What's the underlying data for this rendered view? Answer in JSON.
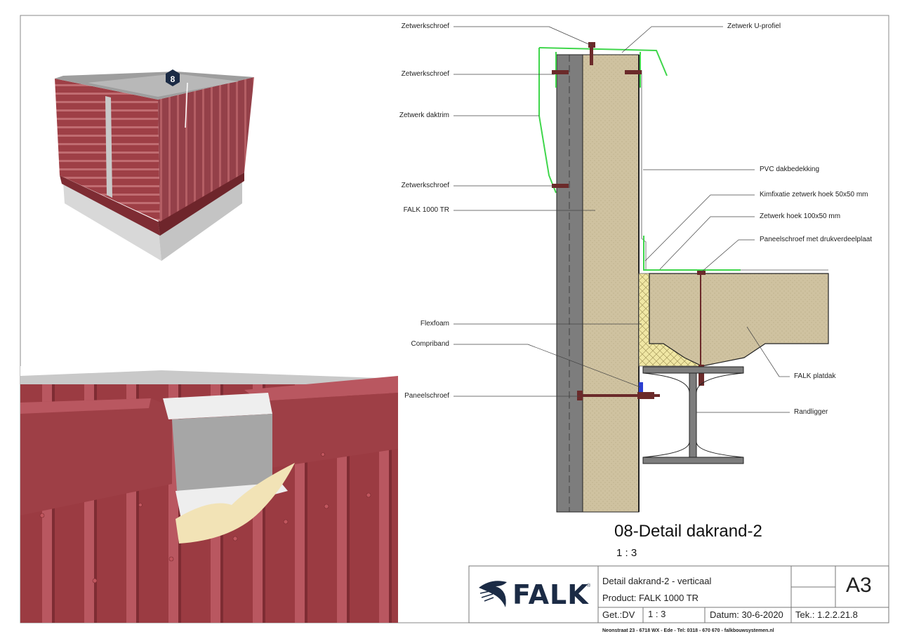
{
  "callouts": {
    "zetwerkschroef_1": "Zetwerkschroef",
    "zetwerkschroef_2": "Zetwerkschroef",
    "zetwerk_daktrim": "Zetwerk daktrim",
    "zetwerkschroef_3": "Zetwerkschroef",
    "falk_1000_tr": "FALK 1000 TR",
    "flexfoam": "Flexfoam",
    "compriband": "Compriband",
    "paneelschroef": "Paneelschroef",
    "zetwerk_u_profiel": "Zetwerk U-profiel",
    "pvc_dakbedekking": "PVC dakbedekking",
    "kimfixatie": "Kimfixatie zetwerk hoek 50x50 mm",
    "zetwerk_hoek": "Zetwerk hoek 100x50 mm",
    "paneelschroef_druk": "Paneelschroef met drukverdeelplaat",
    "falk_platdak": "FALK platdak",
    "randligger": "Randligger"
  },
  "detail": {
    "title": "08-Detail dakrand-2",
    "scale": "1 : 3",
    "badge_number": "8"
  },
  "title_block": {
    "logo_text": "FALK",
    "logo_mark": "®",
    "description": "Detail dakrand-2 - verticaal",
    "product": "Product:  FALK 1000 TR",
    "drawn_by": "Get.:DV",
    "scale": "1 : 3",
    "date": "Datum: 30-6-2020",
    "drawing_number": "Tek.: 1.2.2.21.8",
    "sheet_size": "A3"
  },
  "footer": "Neonstraat 23  -  6718 WX  -  Ede  -  Tel: 0318 - 670 670  -  falkbouwsystemen.nl",
  "colors": {
    "panel_red": "#9e3f46",
    "insulation": "#cfc2a0",
    "steel_gray": "#7d7d7d",
    "trim_green": "#3fd64b",
    "brand_navy": "#1b2b45"
  }
}
